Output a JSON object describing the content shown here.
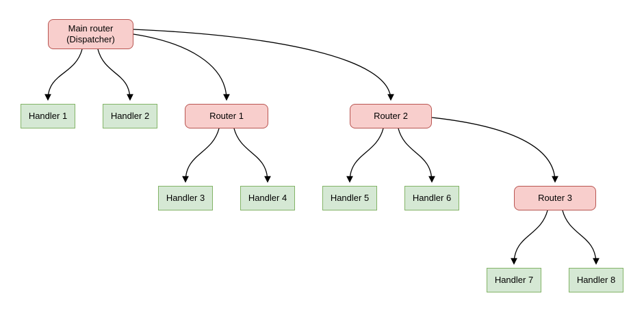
{
  "diagram": {
    "type": "flowchart-tree",
    "nodes": {
      "main_router": {
        "label": "Main router\n(Dispatcher)",
        "kind": "router"
      },
      "handler_1": {
        "label": "Handler 1",
        "kind": "handler"
      },
      "handler_2": {
        "label": "Handler 2",
        "kind": "handler"
      },
      "router_1": {
        "label": "Router 1",
        "kind": "router"
      },
      "router_2": {
        "label": "Router 2",
        "kind": "router"
      },
      "handler_3": {
        "label": "Handler 3",
        "kind": "handler"
      },
      "handler_4": {
        "label": "Handler 4",
        "kind": "handler"
      },
      "handler_5": {
        "label": "Handler 5",
        "kind": "handler"
      },
      "handler_6": {
        "label": "Handler 6",
        "kind": "handler"
      },
      "router_3": {
        "label": "Router 3",
        "kind": "router"
      },
      "handler_7": {
        "label": "Handler 7",
        "kind": "handler"
      },
      "handler_8": {
        "label": "Handler 8",
        "kind": "handler"
      }
    },
    "edges": [
      {
        "from": "main_router",
        "to": "handler_1"
      },
      {
        "from": "main_router",
        "to": "handler_2"
      },
      {
        "from": "main_router",
        "to": "router_1"
      },
      {
        "from": "main_router",
        "to": "router_2"
      },
      {
        "from": "router_1",
        "to": "handler_3"
      },
      {
        "from": "router_1",
        "to": "handler_4"
      },
      {
        "from": "router_2",
        "to": "handler_5"
      },
      {
        "from": "router_2",
        "to": "handler_6"
      },
      {
        "from": "router_2",
        "to": "router_3"
      },
      {
        "from": "router_3",
        "to": "handler_7"
      },
      {
        "from": "router_3",
        "to": "handler_8"
      }
    ]
  },
  "colors": {
    "router_fill": "#f8cecc",
    "router_border": "#b85450",
    "handler_fill": "#d5e8d4",
    "handler_border": "#82b366",
    "edge_stroke": "#000000",
    "background": "#ffffff"
  }
}
